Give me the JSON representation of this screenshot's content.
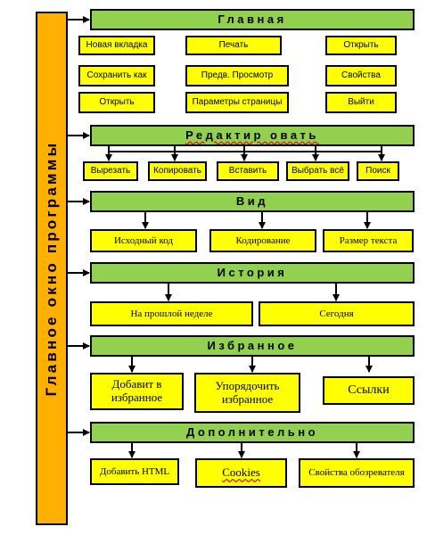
{
  "diagram": {
    "main_window_label": "Главное окно программы",
    "sections": [
      {
        "id": "home",
        "title": "Главная",
        "items": [
          "Новая вкладка",
          "Печать",
          "Открыть",
          "Сохранить как",
          "Предв. Просмотр",
          "Свойства",
          "Открыть",
          "Параметры страницы",
          "Выйти"
        ]
      },
      {
        "id": "edit",
        "title": "Редактир овать",
        "items": [
          "Вырезать",
          "Копировать",
          "Вставить",
          "Выбрать всё",
          "Поиск"
        ]
      },
      {
        "id": "view",
        "title": "Вид",
        "items": [
          "Исходный код",
          "Кодирование",
          "Размер текста"
        ]
      },
      {
        "id": "history",
        "title": "История",
        "items": [
          "На прошлой неделе",
          "Сегодня"
        ]
      },
      {
        "id": "favorites",
        "title": "Избранное",
        "items": [
          "Добавит в избранное",
          "Упорядочить избранное",
          "Ссылки"
        ]
      },
      {
        "id": "extra",
        "title": "Дополнительно",
        "items": [
          "Добавить HTML",
          "Cookies",
          "Свойства обозревателя"
        ]
      }
    ]
  }
}
